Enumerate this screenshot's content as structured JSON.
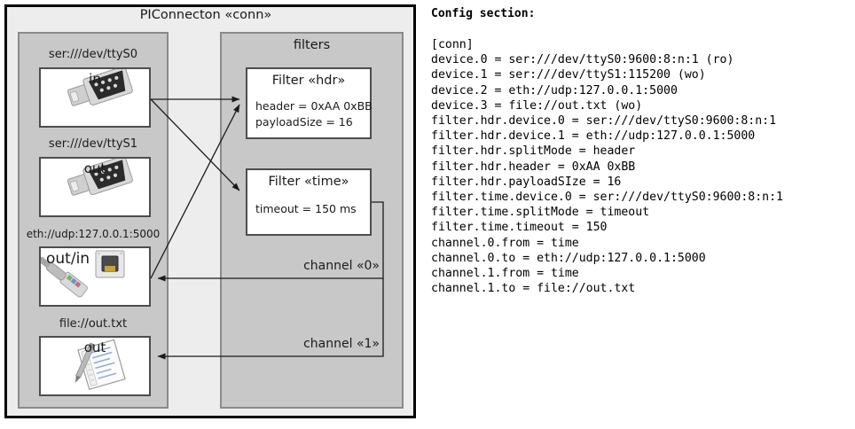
{
  "diagram": {
    "title": "PIConnecton «conn»",
    "devices_panel": {
      "entries": [
        {
          "label": "ser:///dev/ttyS0",
          "direction": "in",
          "icon": "serial-port-icon"
        },
        {
          "label": "ser:///dev/ttyS1",
          "direction": "out",
          "icon": "serial-port-icon"
        },
        {
          "label": "eth://udp:127.0.0.1:5000",
          "direction": "out/in",
          "icon": "ethernet-jack-icon"
        },
        {
          "label": "file://out.txt",
          "direction": "out",
          "icon": "text-file-icon"
        }
      ]
    },
    "filters_panel": {
      "title": "filters",
      "filters": [
        {
          "title": "Filter «hdr»",
          "props": [
            "header = 0xAA 0xBB",
            "payloadSize = 16"
          ]
        },
        {
          "title": "Filter «time»",
          "props": [
            "timeout = 150 ms"
          ]
        }
      ],
      "channels": [
        {
          "label": "channel «0»"
        },
        {
          "label": "channel «1»"
        }
      ]
    },
    "colors": {
      "outer_border": "#000000",
      "outer_fill": "#ededed",
      "panel_fill": "#c8c8c8",
      "panel_border": "#8a8a8a",
      "card_fill": "#ffffff",
      "card_border": "#4d4d4d",
      "arrow": "#1a1a1a"
    }
  },
  "config": {
    "heading": "Config section:",
    "lines": [
      "[conn]",
      "device.0 = ser:///dev/ttyS0:9600:8:n:1 (ro)",
      "device.1 = ser:///dev/ttyS1:115200 (wo)",
      "device.2 = eth://udp:127.0.0.1:5000",
      "device.3 = file://out.txt (wo)",
      "filter.hdr.device.0 = ser:///dev/ttyS0:9600:8:n:1",
      "filter.hdr.device.1 = eth://udp:127.0.0.1:5000",
      "filter.hdr.splitMode = header",
      "filter.hdr.header = 0xAA 0xBB",
      "filter.hdr.payloadSIze = 16",
      "filter.time.device.0 = ser:///dev/ttyS0:9600:8:n:1",
      "filter.time.splitMode = timeout",
      "filter.time.timeout = 150",
      "channel.0.from = time",
      "channel.0.to = eth://udp:127.0.0.1:5000",
      "channel.1.from = time",
      "channel.1.to = file://out.txt"
    ]
  }
}
